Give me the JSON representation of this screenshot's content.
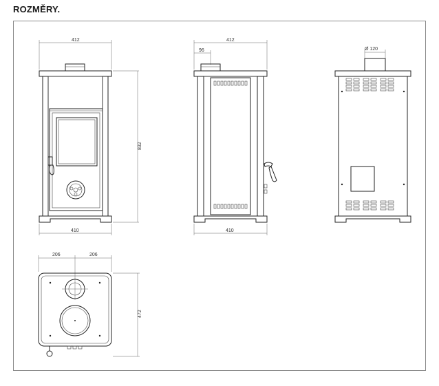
{
  "header": {
    "title": "ROZMĚRY."
  },
  "dimensions": {
    "front_top_width": "412",
    "front_height": "832",
    "front_bottom_width": "410",
    "side_top_width": "412",
    "side_offset": "96",
    "side_bottom_width": "410",
    "rear_flue_diameter": "Ø 120",
    "top_left_half": "206",
    "top_right_half": "206",
    "top_depth": "472"
  }
}
